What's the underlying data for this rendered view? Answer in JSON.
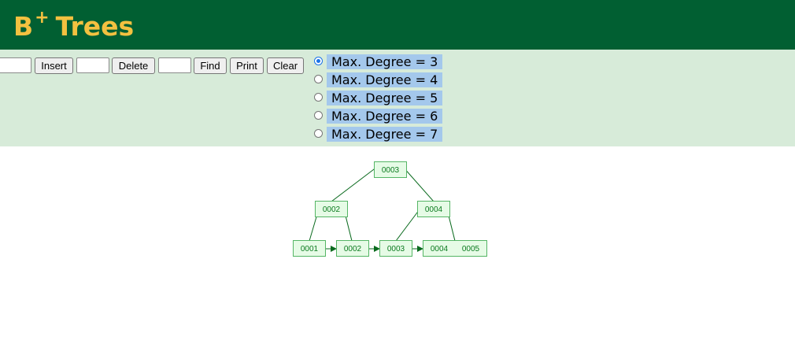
{
  "header": {
    "title_main": "B",
    "title_sup": "+",
    "title_rest": "Trees",
    "background": "#015f32",
    "title_color": "#f3c140"
  },
  "toolbar": {
    "insert_value": "",
    "insert_label": "Insert",
    "delete_value": "",
    "delete_label": "Delete",
    "find_value": "",
    "find_label": "Find",
    "print_label": "Print",
    "clear_label": "Clear",
    "degree_options": [
      {
        "label": "Max. Degree = 3",
        "selected": true
      },
      {
        "label": "Max. Degree = 4",
        "selected": false
      },
      {
        "label": "Max. Degree = 5",
        "selected": false
      },
      {
        "label": "Max. Degree = 6",
        "selected": false
      },
      {
        "label": "Max. Degree = 7",
        "selected": false
      }
    ],
    "background": "#d7ebd9",
    "label_highlight": "#a4c8ec"
  },
  "tree": {
    "root": [
      "0003"
    ],
    "internal": [
      [
        "0002"
      ],
      [
        "0004"
      ]
    ],
    "leaves": [
      [
        "0001"
      ],
      [
        "0002"
      ],
      [
        "0003"
      ],
      [
        "0004",
        "0005"
      ]
    ],
    "node_fill": "#e6fbe6",
    "node_stroke": "#55b565",
    "edge_color": "#0a6a1e"
  }
}
